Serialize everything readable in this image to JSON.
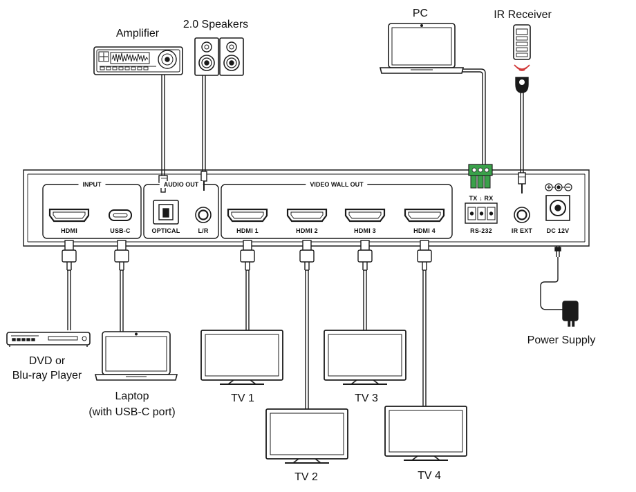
{
  "devices": {
    "amplifier": "Amplifier",
    "speakers": "2.0 Speakers",
    "pc": "PC",
    "ir_receiver": "IR Receiver",
    "dvd_line1": "DVD or",
    "dvd_line2": "Blu-ray Player",
    "laptop_line1": "Laptop",
    "laptop_line2": "(with USB-C port)",
    "tv1": "TV 1",
    "tv2": "TV 2",
    "tv3": "TV 3",
    "tv4": "TV 4",
    "power_supply": "Power Supply"
  },
  "panel": {
    "input_group": "INPUT",
    "audio_out_group": "AUDIO OUT",
    "video_wall_group": "VIDEO WALL OUT",
    "ports": {
      "hdmi_in": "HDMI",
      "usb_c": "USB-C",
      "optical": "OPTICAL",
      "lr": "L/R",
      "hdmi1": "HDMI 1",
      "hdmi2": "HDMI 2",
      "hdmi3": "HDMI 3",
      "hdmi4": "HDMI 4",
      "rs232": "RS-232",
      "ir_ext": "IR EXT",
      "dc12v": "DC 12V"
    },
    "rs232_pins": "TX ↓ RX"
  },
  "colors": {
    "line": "#1a1a1a",
    "panel_fill": "#ffffff",
    "terminal_green": "#3aa14a",
    "ir_signal_red": "#d23a3a"
  }
}
